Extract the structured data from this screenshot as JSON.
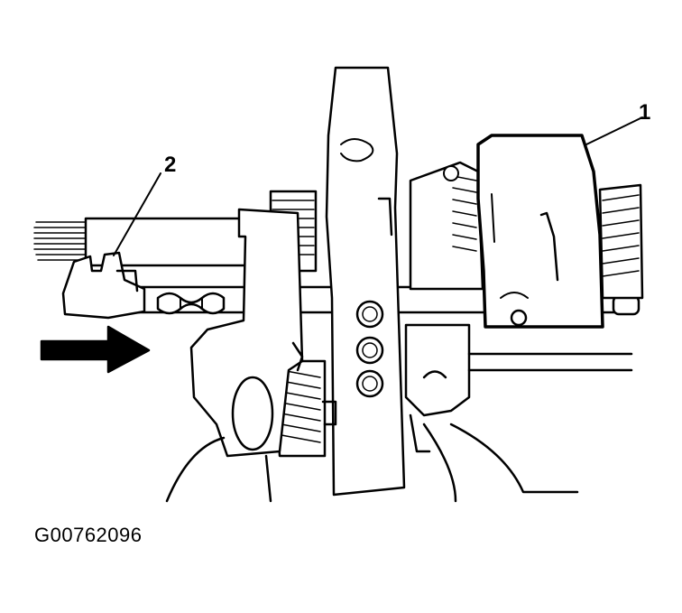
{
  "diagram": {
    "callouts": [
      {
        "id": "1"
      },
      {
        "id": "2"
      }
    ],
    "figure_id": "G00762096",
    "colors": {
      "line": "#000000",
      "background": "#ffffff"
    }
  }
}
